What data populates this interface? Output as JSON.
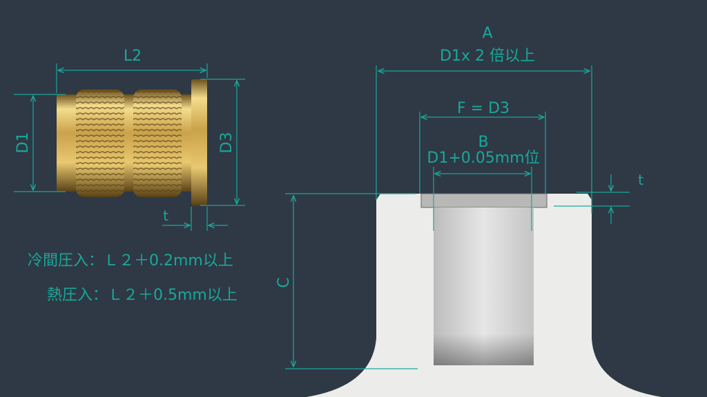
{
  "insert": {
    "L2": "L2",
    "D1": "D1",
    "D3": "D3",
    "t": "t"
  },
  "notes": {
    "cold_press": "冷間圧入：Ｌ２＋0.2mm以上",
    "heat_press": "熱圧入：Ｌ２＋0.5mm以上"
  },
  "boss": {
    "A": "A",
    "A_rule": "D1x 2 倍以上",
    "F_rule": "F = D3",
    "B": "B",
    "B_rule": "D1+0.05mm位",
    "C": "C",
    "t": "t"
  },
  "colors": {
    "background": "#2e3945",
    "dimension": "#1aa89a",
    "boss": "#eeeeec",
    "brass": "#c9a24a"
  }
}
